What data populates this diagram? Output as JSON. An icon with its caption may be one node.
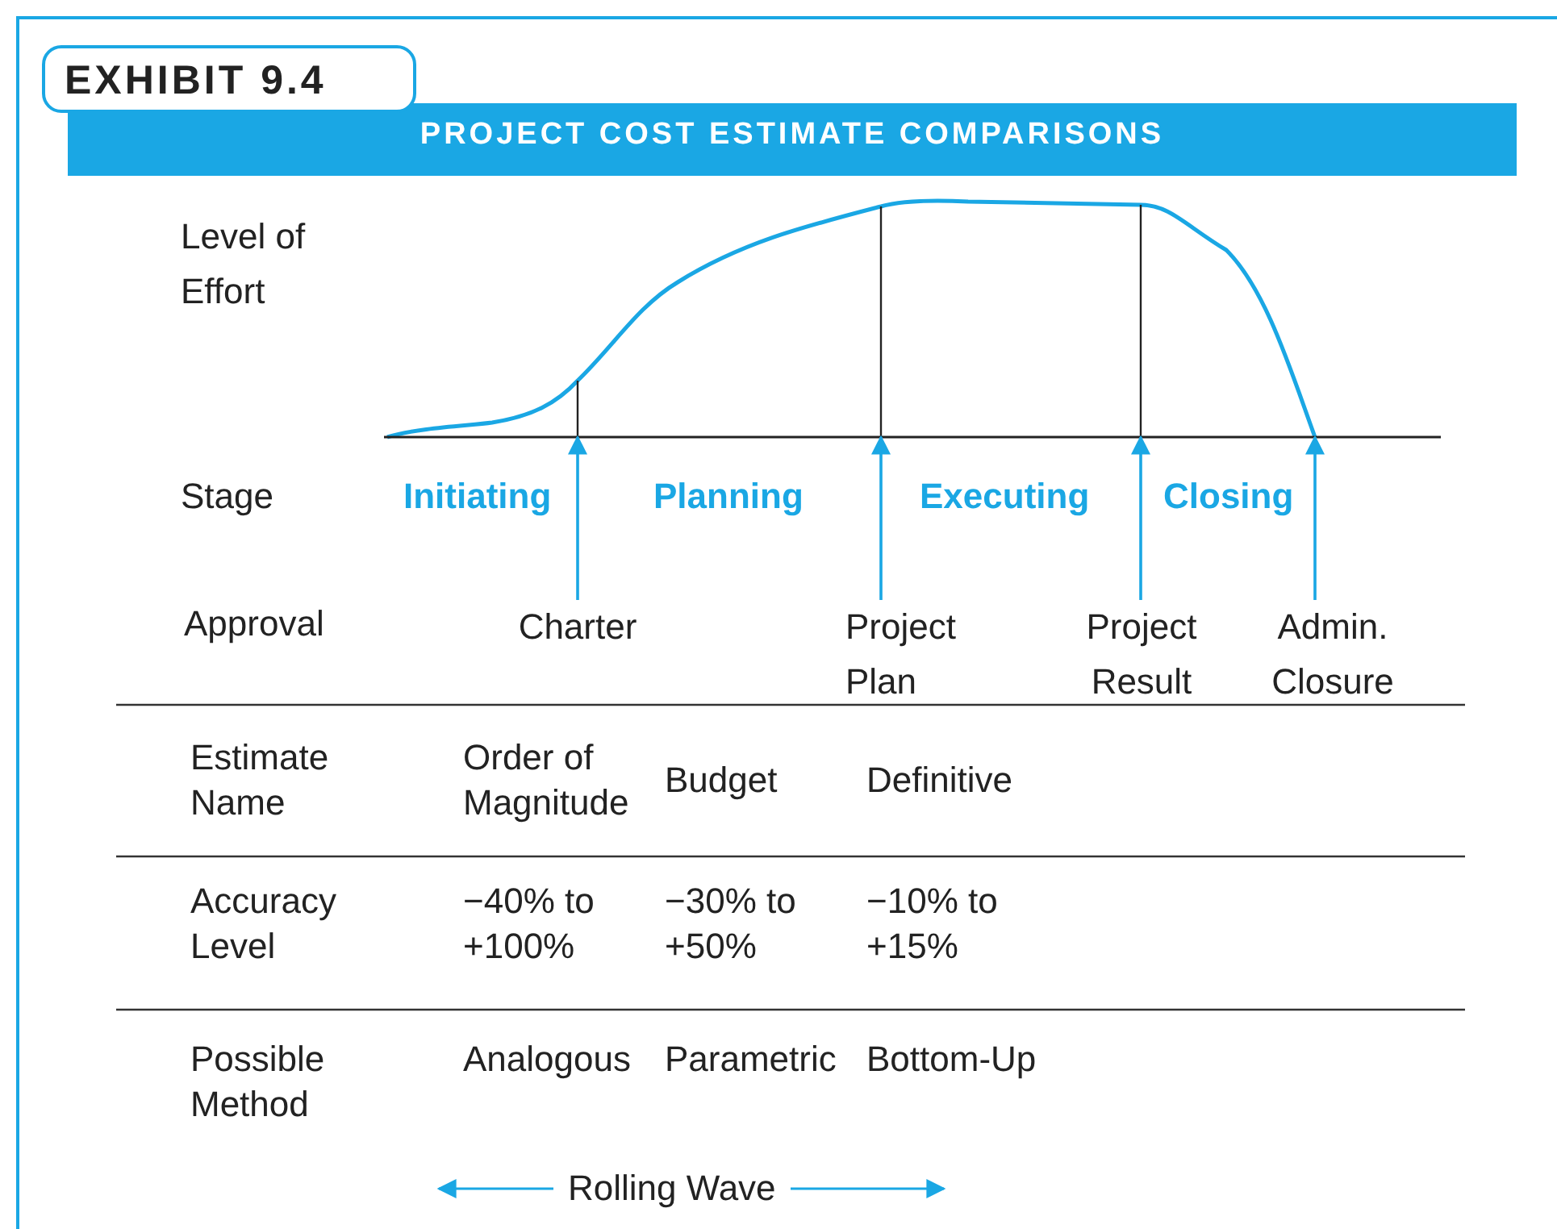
{
  "diagram": {
    "title": "PROJECT COST ESTIMATE COMPARISONS",
    "nodes": [
      {
        "text": [],
        "shape": "line"
      },
      {
        "text": [
          "Charter"
        ]
      },
      {
        "text": [
          "Project Plan"
        ]
      },
      {
        "text": [
          "Project Result"
        ]
      },
      {
        "text": [
          "Admin. Closure"
        ]
      }
    ],
    "edges": [
      {
        "from": 1,
        "to": 0,
        "arrow": "to"
      },
      {
        "from": 2,
        "to": 0,
        "arrow": "to"
      },
      {
        "from": 3,
        "to": 0,
        "arrow": "to"
      },
      {
        "from": 4,
        "to": 0,
        "arrow": "to"
      }
    ],
    "labels": [
      "EXHIBIT 9.4",
      "Level of Effort",
      "Stage",
      "Initiating",
      "Planning",
      "Executing",
      "Closing",
      "Approval",
      "Estimate Name",
      "Order of Magnitude",
      "Budget",
      "Definitive",
      "Accuracy Level",
      "−40% to +100%",
      "−30% to +50%",
      "−10% to +15%",
      "Possible Method",
      "Analogous",
      "Parametric",
      "Bottom-Up",
      "Rolling Wave"
    ]
  }
}
